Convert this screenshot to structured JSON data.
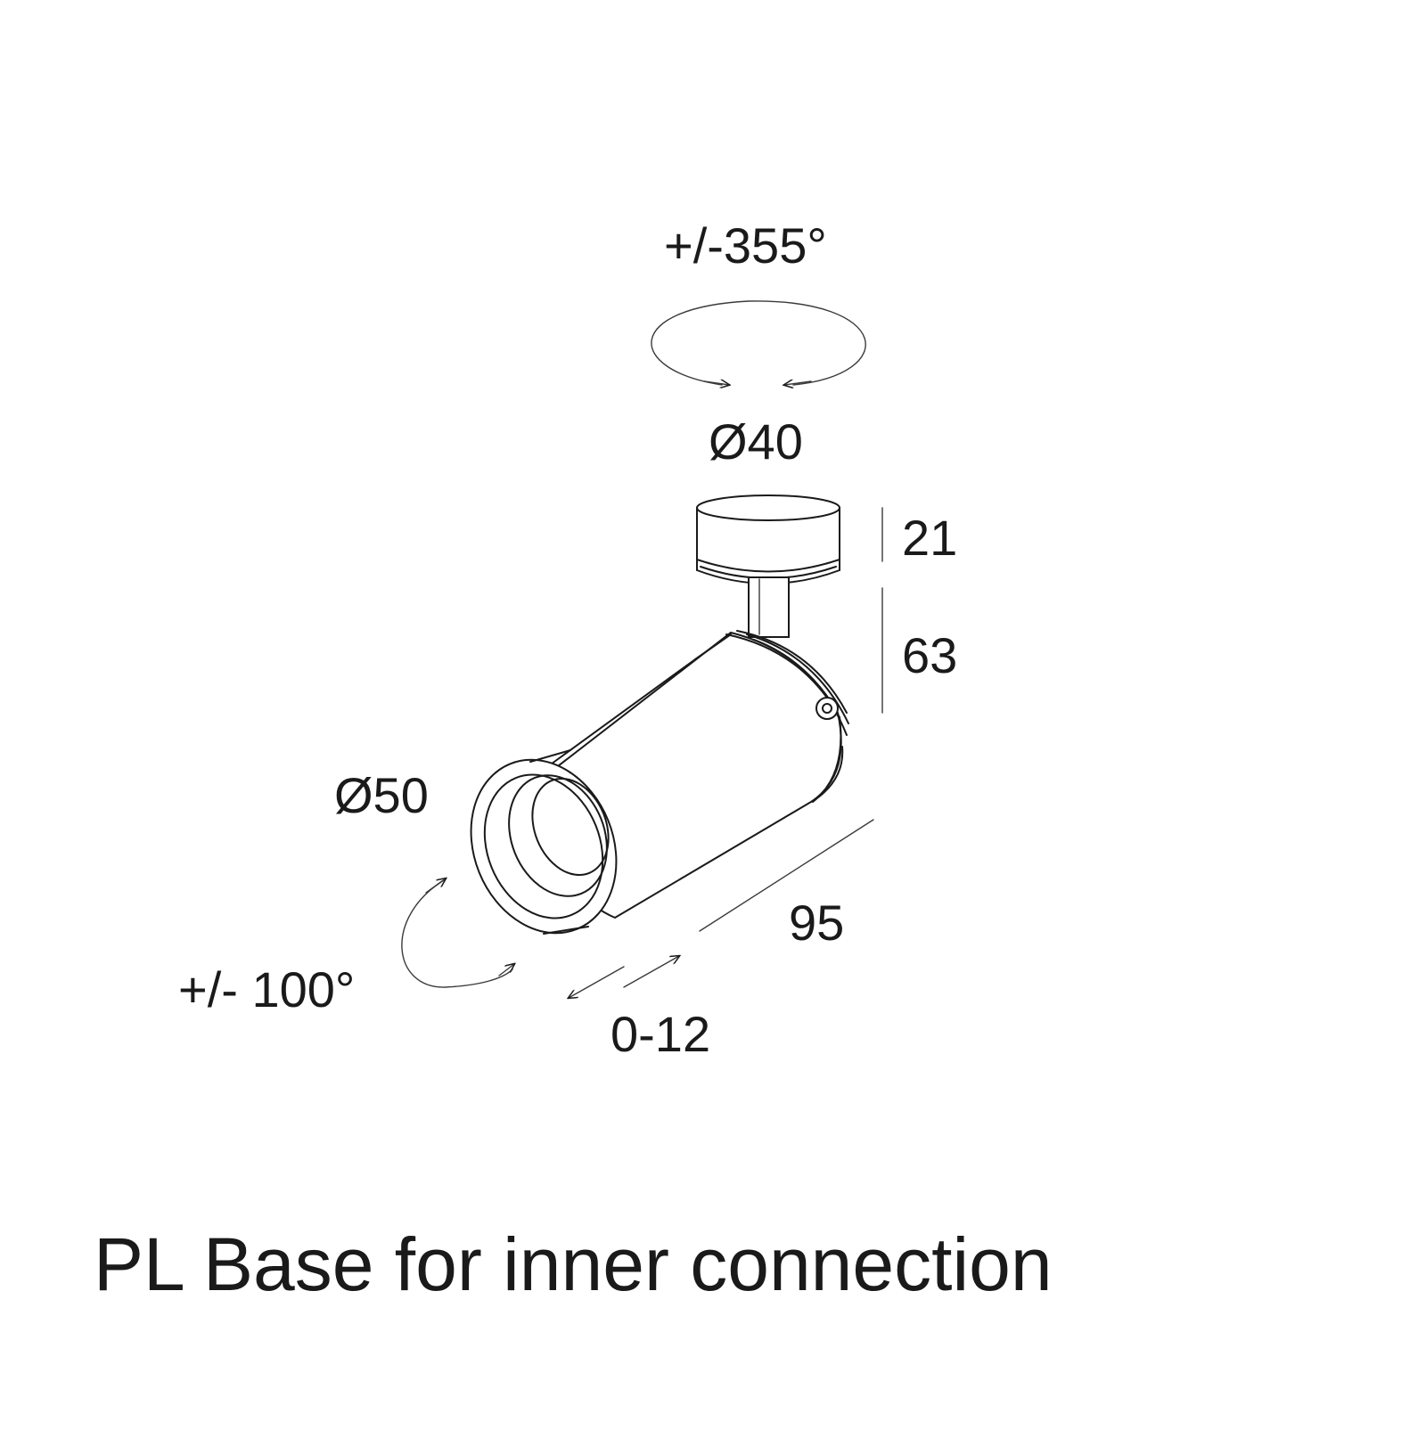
{
  "diagram": {
    "title": "PL Base for inner connection",
    "rotation_pan": "+/-355°",
    "base_diameter": "Ø40",
    "base_height": "21",
    "arm_height": "63",
    "head_diameter": "Ø50",
    "head_length": "95",
    "tilt": "+/- 100°",
    "extension": "0-12"
  }
}
